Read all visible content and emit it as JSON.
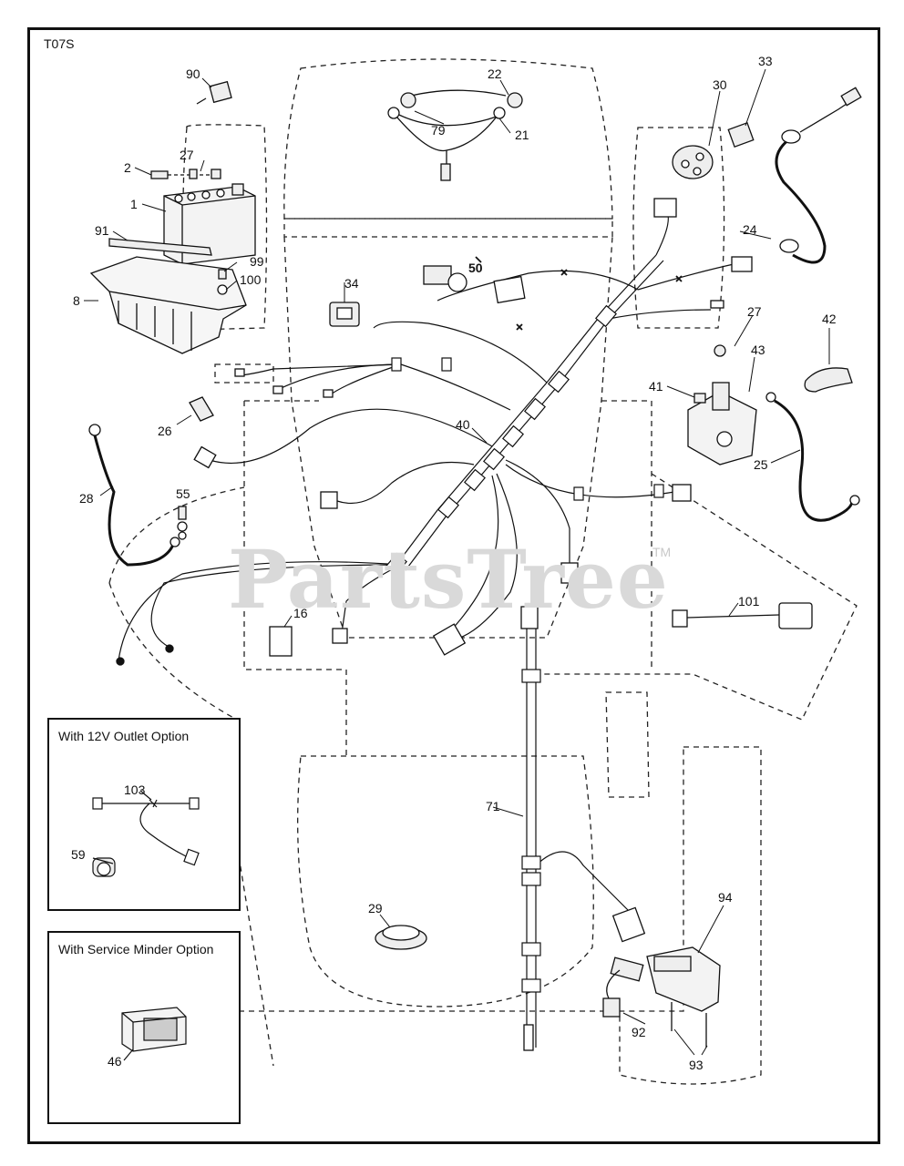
{
  "diagram": {
    "code": "T07S",
    "watermark": "PartsTree",
    "trademark": "TM",
    "options": {
      "outlet": {
        "title": "With 12V Outlet Option"
      },
      "minder": {
        "title": "With Service Minder Option"
      }
    },
    "callouts": {
      "n90": "90",
      "n22": "22",
      "n79": "79",
      "n21": "21",
      "n30": "30",
      "n33": "33",
      "n27a": "27",
      "n2": "2",
      "n1": "1",
      "n91": "91",
      "n99": "99",
      "n100": "100",
      "n8": "8",
      "n34": "34",
      "n50": "50",
      "n24": "24",
      "n27b": "27",
      "n42": "42",
      "n43": "43",
      "n41": "41",
      "n26": "26",
      "n40": "40",
      "n25": "25",
      "n28": "28",
      "n55": "55",
      "n16": "16",
      "n101": "101",
      "n103": "103",
      "n59": "59",
      "n71": "71",
      "n29": "29",
      "n94": "94",
      "n92": "92",
      "n93": "93",
      "n46": "46"
    }
  }
}
